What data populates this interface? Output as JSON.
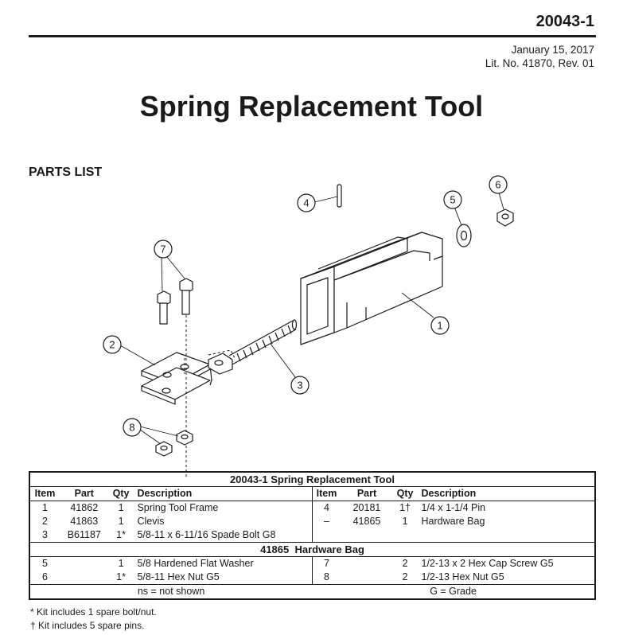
{
  "header": {
    "doc_number": "20043-1",
    "date": "January 15, 2017",
    "lit_no": "Lit. No. 41870, Rev. 01"
  },
  "title": "Spring Replacement Tool",
  "parts_heading": "PARTS LIST",
  "callouts": [
    "1",
    "2",
    "3",
    "4",
    "5",
    "6",
    "7",
    "8"
  ],
  "table": {
    "kit_title": "20043-1 Spring Replacement Tool",
    "columns": [
      "Item",
      "Part",
      "Qty",
      "Description"
    ],
    "kit_rows": [
      {
        "left": {
          "item": "1",
          "part": "41862",
          "qty": "1",
          "desc": "Spring Tool Frame"
        },
        "right": {
          "item": "4",
          "part": "20181",
          "qty": "1†",
          "desc": "1/4 x 1-1/4 Pin"
        }
      },
      {
        "left": {
          "item": "2",
          "part": "41863",
          "qty": "1",
          "desc": "Clevis"
        },
        "right": {
          "item": "–",
          "part": "41865",
          "qty": "1",
          "desc": "Hardware Bag"
        }
      },
      {
        "left": {
          "item": "3",
          "part": "B61187",
          "qty": "1*",
          "desc": "5/8-11 x 6-11/16 Spade Bolt G8"
        },
        "right": {
          "item": "",
          "part": "",
          "qty": "",
          "desc": ""
        }
      }
    ],
    "bag_title": "41865  Hardware Bag",
    "bag_rows": [
      {
        "left": {
          "item": "5",
          "part": "",
          "qty": "1",
          "desc": "5/8 Hardened Flat Washer"
        },
        "right": {
          "item": "7",
          "part": "",
          "qty": "2",
          "desc": "1/2-13 x 2 Hex Cap Screw G5"
        }
      },
      {
        "left": {
          "item": "6",
          "part": "",
          "qty": "1*",
          "desc": "5/8-11 Hex Nut G5"
        },
        "right": {
          "item": "8",
          "part": "",
          "qty": "2",
          "desc": "1/2-13 Hex Nut G5"
        }
      }
    ],
    "legend_left": "ns = not shown",
    "legend_right": "G = Grade"
  },
  "notes": [
    "* Kit includes 1 spare bolt/nut.",
    "† Kit includes 5 spare pins."
  ]
}
